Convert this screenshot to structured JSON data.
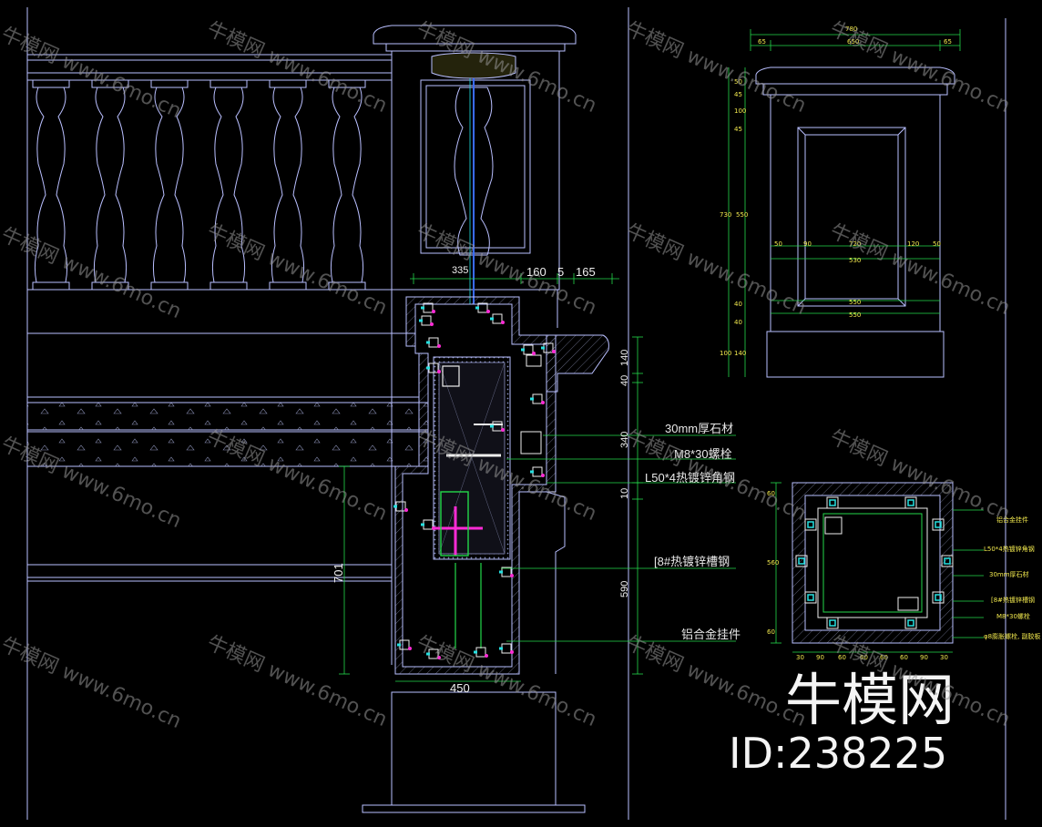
{
  "watermark": {
    "brand": "牛模网",
    "site": "www.6mo.cn"
  },
  "brand_block": {
    "name": "牛模网",
    "id": "ID:238225"
  },
  "section": {
    "dims": {
      "top_a": "335",
      "top_b": "160",
      "top_c": "5",
      "top_d": "165",
      "bottom": "450",
      "left_v": "701",
      "r1": "140",
      "r2": "40",
      "r3": "340",
      "r4": "10",
      "r5": "590"
    },
    "callouts": [
      "30mm厚石材",
      "M8*30螺栓",
      "L50*4热镀锌角钢",
      "[8#热镀锌槽钢",
      "铝合金挂件"
    ]
  },
  "elevation": {
    "top_dims": [
      "780",
      "65",
      "650",
      "65"
    ],
    "left_dims": [
      "50",
      "45",
      "100",
      "45",
      "730",
      "550",
      "40",
      "40",
      "100",
      "140"
    ],
    "inner_dims": [
      "50",
      "90",
      "720",
      "120",
      "50",
      "530",
      "550",
      "550"
    ]
  },
  "plan": {
    "dims_left": [
      "60",
      "560",
      "60"
    ],
    "dims_right_bottom": [
      "30",
      "90",
      "60",
      "60",
      "60",
      "60",
      "90",
      "30"
    ],
    "callouts": [
      "铝合金挂件",
      "L50*4热镀锌角钢",
      "30mm厚石材",
      "[8#热镀锌槽钢",
      "M8*30螺栓",
      "φ8膨胀螺栓, 副胶板"
    ]
  },
  "colors": {
    "bg": "#000000",
    "line": "#b9bfff",
    "cyan": "#25e0e0",
    "yellow": "#f2e94e",
    "magenta": "#ff2bd6",
    "green": "#23d84a",
    "white": "#eeeeee",
    "red": "#ff4040",
    "blue": "#3a6bff"
  }
}
